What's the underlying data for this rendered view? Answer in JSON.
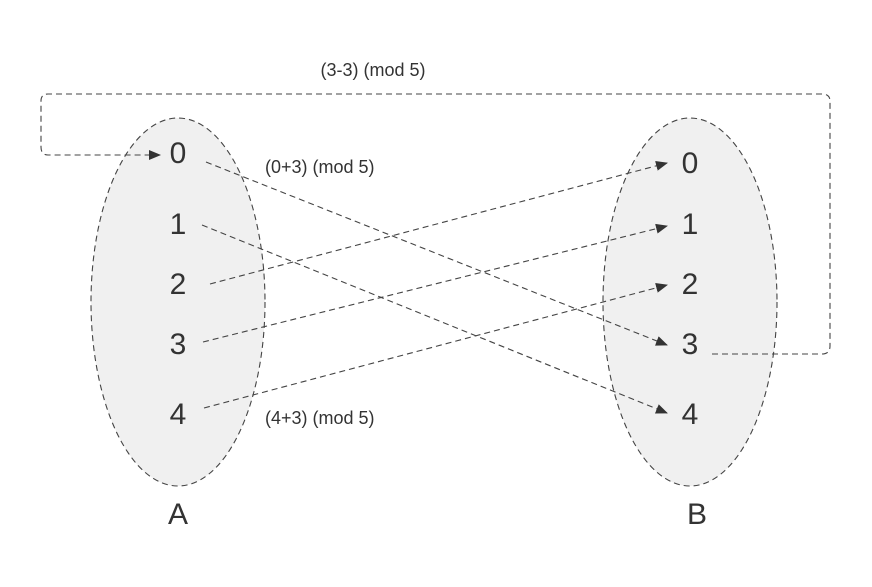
{
  "sets": {
    "a": {
      "label": "A",
      "elements": [
        "0",
        "1",
        "2",
        "3",
        "4"
      ]
    },
    "b": {
      "label": "B",
      "elements": [
        "0",
        "1",
        "2",
        "3",
        "4"
      ]
    }
  },
  "annotations": {
    "inverse": "(3-3) (mod 5)",
    "map_0": "(0+3) (mod 5)",
    "map_4": "(4+3) (mod 5)"
  },
  "mappings": [
    {
      "from": "0",
      "to": "3"
    },
    {
      "from": "1",
      "to": "4"
    },
    {
      "from": "2",
      "to": "0"
    },
    {
      "from": "3",
      "to": "1"
    },
    {
      "from": "4",
      "to": "2"
    }
  ],
  "return_mapping": {
    "from_b": "3",
    "to_a": "0"
  },
  "colors": {
    "ellipse_fill": "#f0f0f0",
    "stroke": "#444444",
    "text": "#333333"
  }
}
